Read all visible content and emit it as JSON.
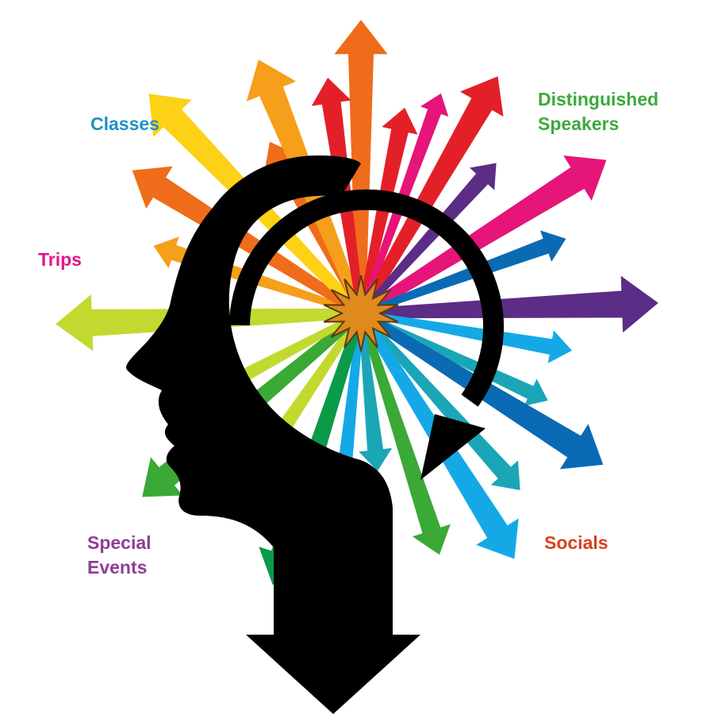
{
  "labels": {
    "classes": {
      "text": "Classes",
      "color": "#1b92c6"
    },
    "speakers": {
      "line1": "Distinguished",
      "line2": "Speakers",
      "color": "#3caa3c"
    },
    "trips": {
      "text": "Trips",
      "color": "#e0168c"
    },
    "special": {
      "line1": "Special",
      "line2": "Events",
      "color": "#8e3e96"
    },
    "socials": {
      "text": "Socials",
      "color": "#d9401e"
    }
  },
  "palette": {
    "red": "#e32028",
    "orange": "#ef6c1b",
    "amber": "#f59f1a",
    "yellow": "#fcd116",
    "lime": "#c2d92f",
    "green": "#3aa935",
    "dark_green": "#0a9a48",
    "teal": "#1aa6b7",
    "sky": "#14a9e6",
    "blue": "#0a6ab3",
    "purple": "#5b2d86",
    "magenta": "#e5157a",
    "head": "#000000",
    "burst": "#e08a1e"
  }
}
